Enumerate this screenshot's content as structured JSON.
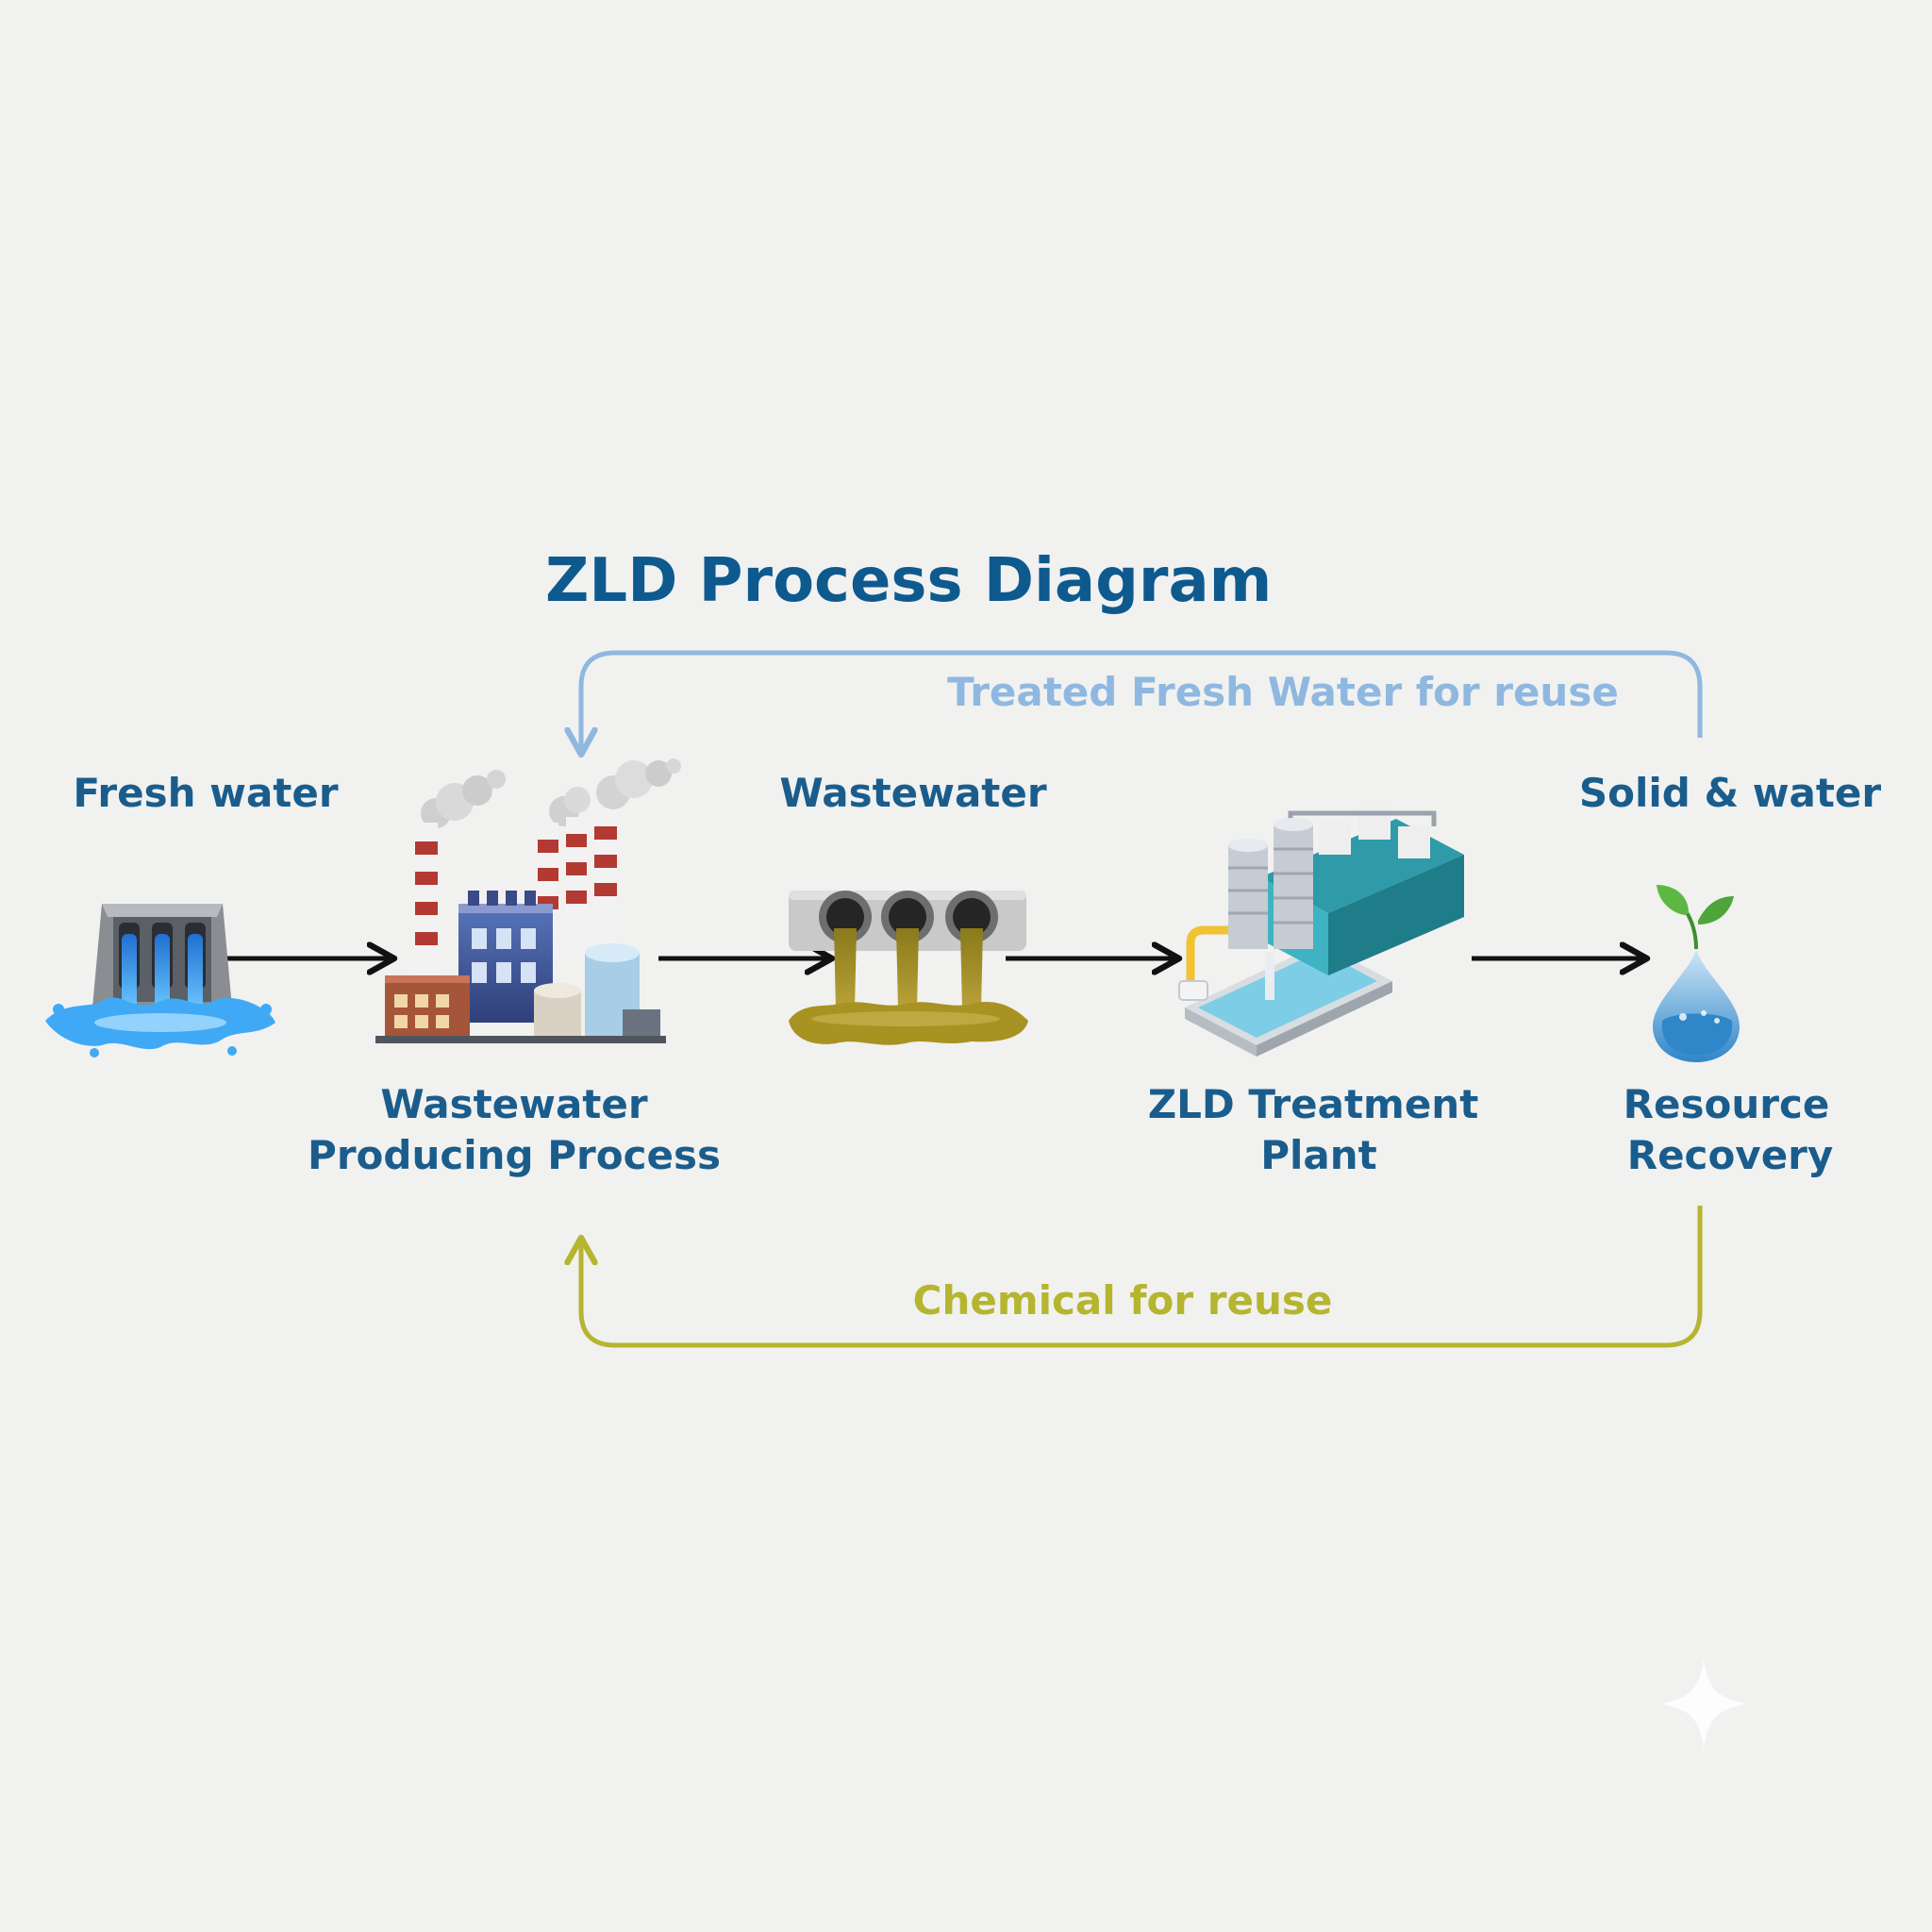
{
  "title": "ZLD Process Diagram",
  "nodes": {
    "fresh_water": {
      "label": "Fresh water",
      "icon": "water-outlet-icon"
    },
    "process": {
      "label_line1": "Wastewater",
      "label_line2": "Producing Process",
      "icon": "factory-icon"
    },
    "wastewater": {
      "label": "Wastewater",
      "icon": "wastewater-pipes-icon"
    },
    "plant": {
      "label_line1": "ZLD Treatment",
      "label_line2": "Plant",
      "icon": "treatment-plant-icon"
    },
    "recovery": {
      "top_label": "Solid & water",
      "label_line1": "Resource",
      "label_line2": "Recovery",
      "icon": "water-drop-leaf-icon"
    }
  },
  "loops": {
    "water_reuse": {
      "label": "Treated Fresh Water for reuse",
      "color": "#8fb8e0"
    },
    "chemical_reuse": {
      "label": "Chemical for reuse",
      "color": "#b5b530"
    }
  },
  "colors": {
    "title": "#0e5a8e",
    "node_label": "#1a5d8c",
    "arrow": "#111111",
    "background": "#f1f1f0",
    "water": "#3fa9f5",
    "wastewater": "#a89222"
  }
}
